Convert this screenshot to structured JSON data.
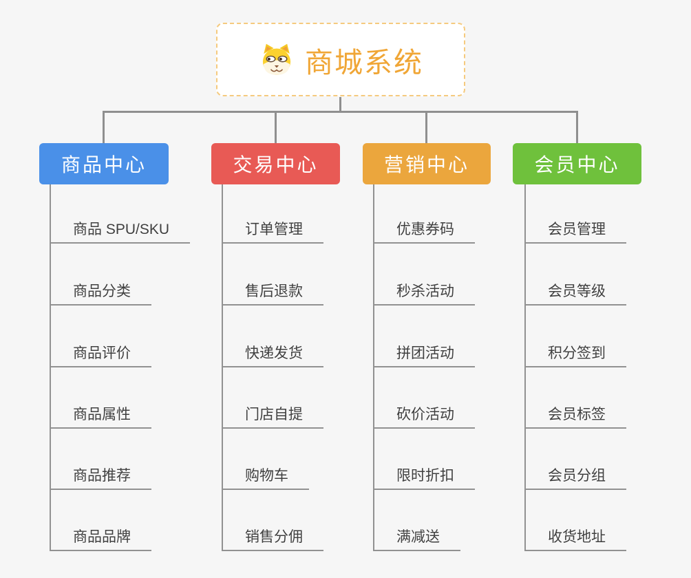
{
  "root": {
    "title": "商城系统",
    "icon": "shiba-dog-icon",
    "title_color": "#f0a636",
    "border_color": "#f5ca7e"
  },
  "branches": [
    {
      "title": "商品中心",
      "color": "#4a90e8",
      "items": [
        "商品 SPU/SKU",
        "商品分类",
        "商品评价",
        "商品属性",
        "商品推荐",
        "商品品牌"
      ]
    },
    {
      "title": "交易中心",
      "color": "#e85a55",
      "items": [
        "订单管理",
        "售后退款",
        "快递发货",
        "门店自提",
        "购物车",
        "销售分佣"
      ]
    },
    {
      "title": "营销中心",
      "color": "#eba63d",
      "items": [
        "优惠券码",
        "秒杀活动",
        "拼团活动",
        "砍价活动",
        "限时折扣",
        "满减送"
      ]
    },
    {
      "title": "会员中心",
      "color": "#6fc13c",
      "items": [
        "会员管理",
        "会员等级",
        "积分签到",
        "会员标签",
        "会员分组",
        "收货地址"
      ]
    }
  ],
  "style": {
    "connector_color": "#8f8f8f",
    "leaf_line_color": "#919191",
    "leaf_text_color": "#3f3f3f",
    "background": "#f6f6f6"
  }
}
